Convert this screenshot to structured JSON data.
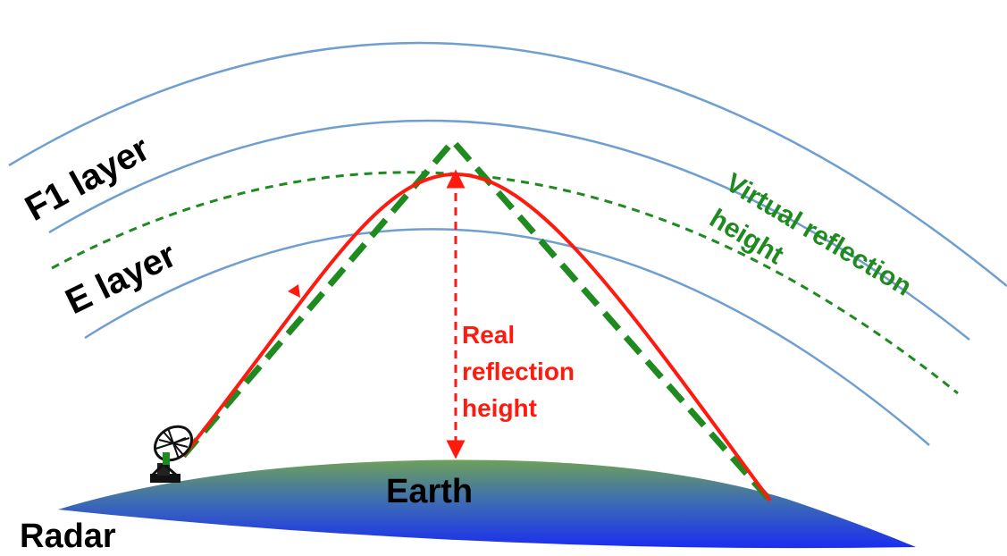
{
  "labels": {
    "f1_layer": "F1 layer",
    "e_layer": "E layer",
    "virtual_reflection_line1": "Virtual reflection",
    "virtual_reflection_line2": "height",
    "real_reflection_line1": "Real",
    "real_reflection_line2": "reflection",
    "real_reflection_line3": "height",
    "earth": "Earth",
    "radar": "Radar"
  },
  "colors": {
    "layer_line": "#6f9fd1",
    "virtual_path": "#1f8a1f",
    "real_path": "#ff1a10",
    "earth_top": "#6ea05a",
    "earth_bottom": "#1a2ef0",
    "text_dark": "#000000",
    "text_green": "#1f8a1f",
    "text_red": "#ff1a10"
  },
  "icons": {
    "radar": "radar-dish-icon"
  }
}
